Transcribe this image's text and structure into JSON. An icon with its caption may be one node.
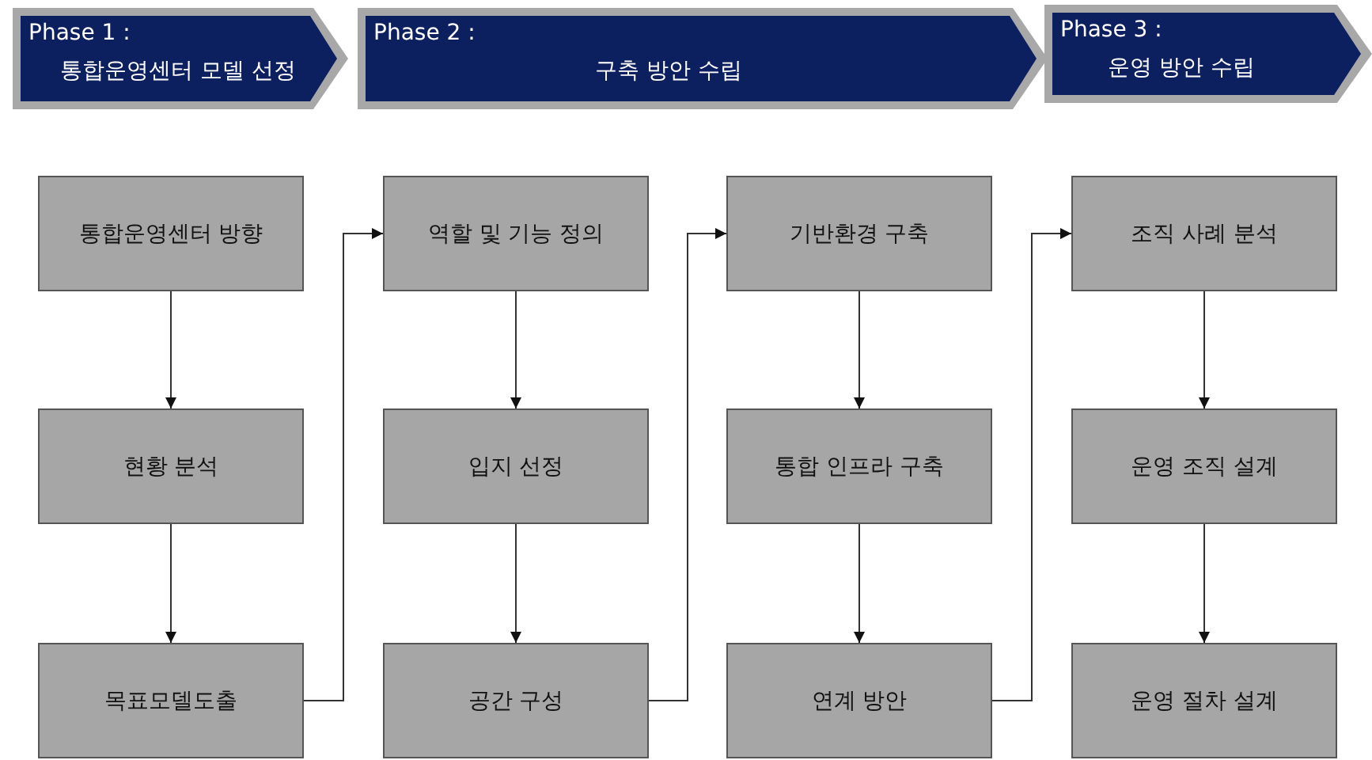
{
  "diagram": {
    "nodes": [
      {
        "text": [
          "Phase 1 :",
          "통합운영센터 모델 선정"
        ]
      },
      {
        "text": [
          "Phase 2 :",
          "구축 방안 수립"
        ]
      },
      {
        "text": [
          "Phase 3 :",
          "운영 방안 수립"
        ]
      },
      {
        "text": [
          "통합운영센터 방향"
        ]
      },
      {
        "text": [
          "현황 분석"
        ]
      },
      {
        "text": [
          "목표모델도출"
        ]
      },
      {
        "text": [
          "역할 및 기능 정의"
        ]
      },
      {
        "text": [
          "입지 선정"
        ]
      },
      {
        "text": [
          "공간 구성"
        ]
      },
      {
        "text": [
          "기반환경 구축"
        ]
      },
      {
        "text": [
          "통합 인프라 구축"
        ]
      },
      {
        "text": [
          "연계 방안"
        ]
      },
      {
        "text": [
          "조직 사례 분석"
        ]
      },
      {
        "text": [
          "운영 조직 설계"
        ]
      },
      {
        "text": [
          "운영 절차 설계"
        ]
      }
    ],
    "edges": [
      {
        "from": 3,
        "to": 4,
        "arrow": "to"
      },
      {
        "from": 4,
        "to": 5,
        "arrow": "to"
      },
      {
        "from": 5,
        "to": 6,
        "arrow": "to"
      },
      {
        "from": 6,
        "to": 7,
        "arrow": "to"
      },
      {
        "from": 7,
        "to": 8,
        "arrow": "to"
      },
      {
        "from": 8,
        "to": 9,
        "arrow": "to"
      },
      {
        "from": 9,
        "to": 10,
        "arrow": "to"
      },
      {
        "from": 10,
        "to": 11,
        "arrow": "to"
      },
      {
        "from": 11,
        "to": 12,
        "arrow": "to"
      },
      {
        "from": 12,
        "to": 13,
        "arrow": "to"
      },
      {
        "from": 13,
        "to": 14,
        "arrow": "to"
      }
    ]
  }
}
